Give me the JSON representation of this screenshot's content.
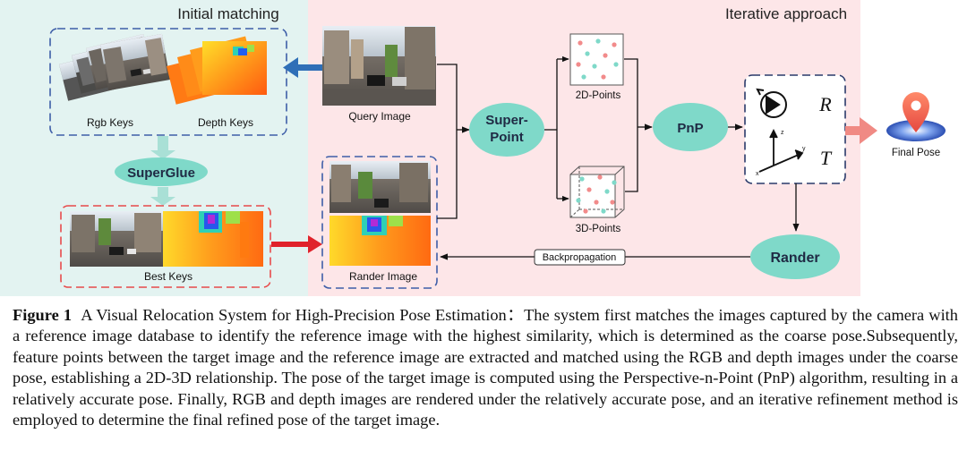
{
  "panels": {
    "left_title": "Initial matching",
    "right_title": "Iterative approach"
  },
  "labels": {
    "rgb_keys": "Rgb Keys",
    "depth_keys": "Depth Keys",
    "superglue": "SuperGlue",
    "best_keys": "Best Keys",
    "query_image": "Query Image",
    "rander_image": "Rander Image",
    "superpoint_line1": "Super-",
    "superpoint_line2": "Point",
    "points_2d": "2D-Points",
    "points_3d": "3D-Points",
    "pnp": "PnP",
    "pose_r": "R",
    "pose_t": "T",
    "final_pose": "Final Pose",
    "rander": "Rander",
    "backpropagation": "Backpropagation"
  },
  "caption": {
    "label": "Figure 1",
    "title": "A Visual Relocation System for High-Precision Pose Estimation：",
    "body": "The system first matches the images captured by the camera with a reference image database to identify the reference image with the highest similarity, which is determined as the coarse pose.Subsequently, feature points between the target image and the reference image are extracted and matched using the RGB and depth images under the coarse pose, establishing a 2D-3D relationship. The pose of the target image is computed using the Perspective-n-Point (PnP) algorithm, resulting in a relatively accurate pose. Finally, RGB and depth images are rendered under the relatively accurate pose, and an iterative refinement method is employed to determine the final refined pose of the target image."
  },
  "colors": {
    "left_bg": "#e3f3f1",
    "right_bg": "#fde6e8",
    "teal_node": "#7fd9c9",
    "blue_dash": "#3e5ea8",
    "red_dash": "#e84b4b",
    "blue_arrow": "#2f6fb7",
    "red_arrow": "#e0222b",
    "pin": "#ef6b5a"
  }
}
